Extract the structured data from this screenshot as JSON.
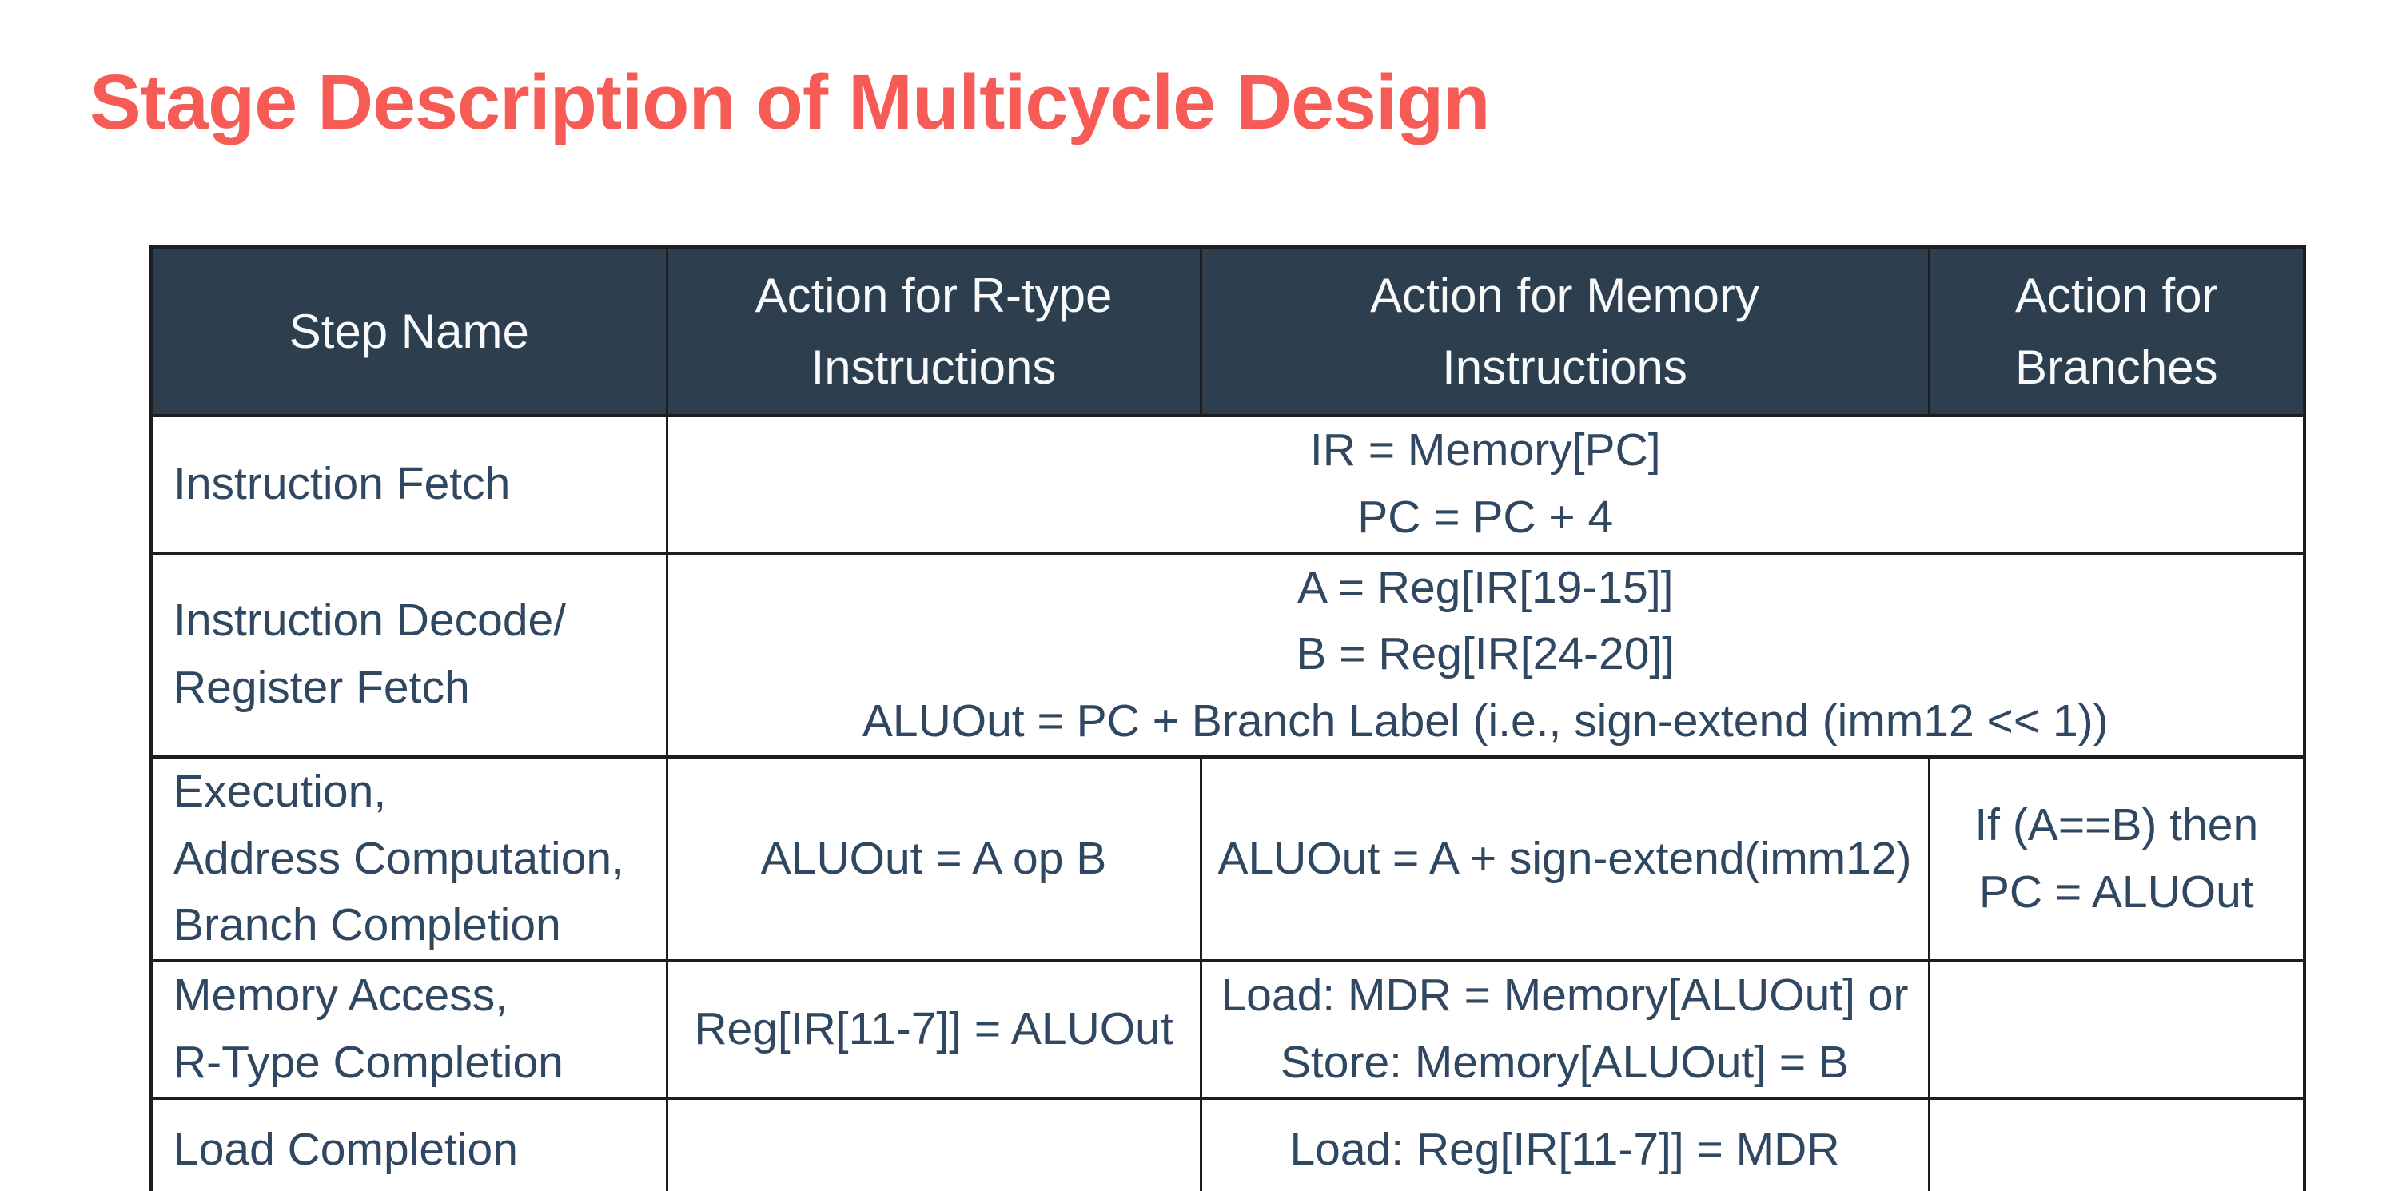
{
  "slide": {
    "title": "Stage Description of Multicycle Design"
  },
  "colors": {
    "title_accent": "#f65c55",
    "header_background": "#2d3e4f",
    "header_text": "#f7f9fa",
    "body_text": "#2f4760",
    "border": "#1d1d1d",
    "page_background": "#ffffff"
  },
  "table": {
    "columns": [
      {
        "lines": [
          "Step Name"
        ]
      },
      {
        "lines": [
          "Action for R-type",
          "Instructions"
        ]
      },
      {
        "lines": [
          "Action for Memory",
          "Instructions"
        ]
      },
      {
        "lines": [
          "Action for",
          "Branches"
        ]
      }
    ],
    "rows": [
      {
        "step": [
          "Instruction Fetch"
        ],
        "merged_all_actions": [
          "IR = Memory[PC]",
          "PC = PC + 4"
        ]
      },
      {
        "step": [
          "Instruction Decode/",
          "Register Fetch"
        ],
        "merged_all_actions": [
          "A = Reg[IR[19-15]]",
          "B = Reg[IR[24-20]]",
          "ALUOut = PC + Branch Label (i.e., sign-extend (imm12 << 1))"
        ]
      },
      {
        "step": [
          "Execution,",
          "Address Computation,",
          "Branch Completion"
        ],
        "rtype": [
          "ALUOut = A op B"
        ],
        "memory": [
          "ALUOut = A + sign-extend(imm12)"
        ],
        "branch": [
          "If (A==B) then",
          "PC = ALUOut"
        ]
      },
      {
        "step": [
          "Memory Access,",
          "R-Type Completion"
        ],
        "rtype": [
          "Reg[IR[11-7]] = ALUOut"
        ],
        "memory": [
          "Load: MDR = Memory[ALUOut] or",
          "Store: Memory[ALUOut] = B"
        ],
        "branch": []
      },
      {
        "step": [
          "Load Completion"
        ],
        "rtype": [],
        "memory": [
          "Load: Reg[IR[11-7]] = MDR"
        ],
        "branch": []
      }
    ]
  }
}
